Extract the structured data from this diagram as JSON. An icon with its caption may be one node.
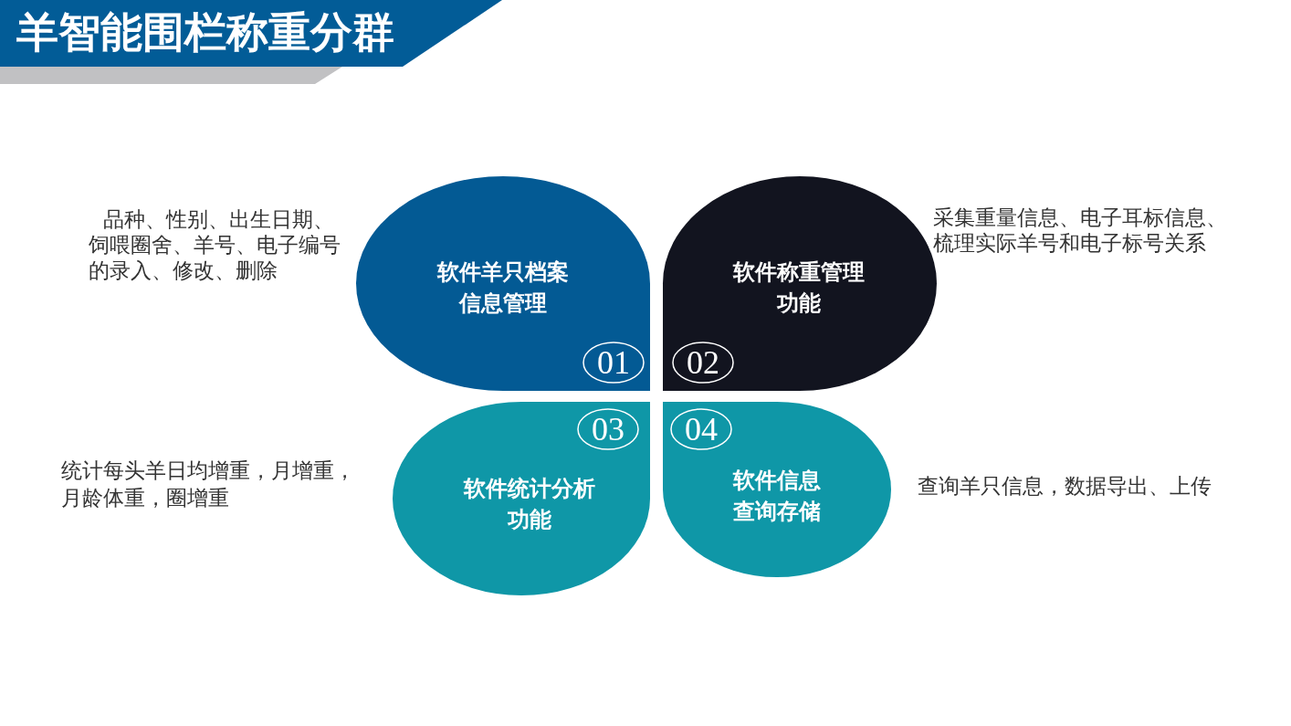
{
  "diagram": {
    "title": "羊智能围栏称重分群",
    "nodes": [
      {
        "text": [
          "软件羊只档案信息管理"
        ],
        "beside": [
          "品种、性别、出生日期、饲喂圈舍、羊号、电子编号的录入、修改、删除"
        ]
      },
      {
        "text": [
          "01"
        ],
        "in": 0
      },
      {
        "text": [
          "软件称重管理功能"
        ],
        "beside": [
          "采集重量信息、电子耳标信息、梳理实际羊号和电子标号关系"
        ]
      },
      {
        "text": [
          "02"
        ],
        "in": 2
      },
      {
        "text": [
          "软件统计分析功能"
        ],
        "beside": [
          "统计每头羊日均增重，月增重，月龄体重，圈增重"
        ]
      },
      {
        "text": [
          "03"
        ],
        "in": 4
      },
      {
        "text": [
          "软件信息查询存储"
        ],
        "beside": [
          "查询羊只信息，数据导出、上传"
        ]
      },
      {
        "text": [
          "04"
        ],
        "in": 6
      }
    ]
  }
}
